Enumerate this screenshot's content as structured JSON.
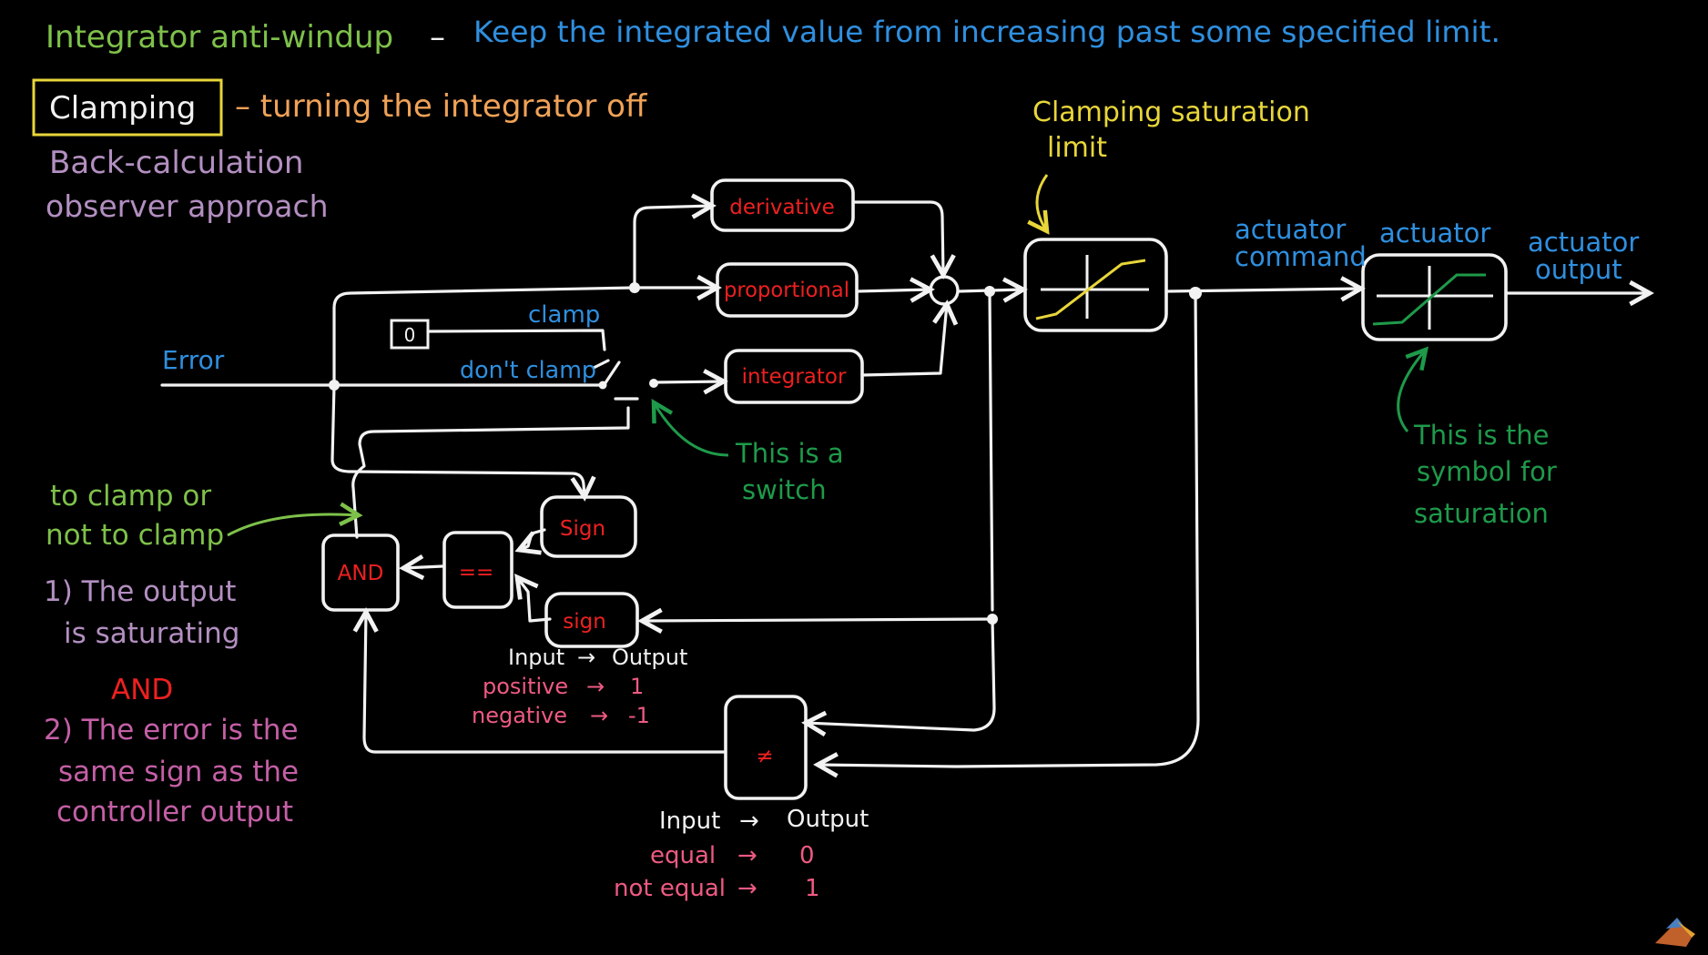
{
  "colors": {
    "background": "#000000",
    "line": "#f2f2f2",
    "green": "#7ec14a",
    "blue": "#2f8fdf",
    "orange": "#f0a257",
    "purple": "#b38fc1",
    "yellow": "#e8d63a",
    "red": "#ee2020",
    "dark_green": "#1e9a4a",
    "pink": "#ee5a82",
    "magenta": "#c55fa6"
  },
  "header": {
    "topic": "Integrator anti-windup",
    "dash": "–",
    "definition": "Keep the integrated value from increasing past some specified limit."
  },
  "methods": {
    "clamping": "Clamping",
    "clamping_desc": "– turning the integrator off",
    "back_calculation": "Back-calculation",
    "observer": "observer approach"
  },
  "diagram": {
    "error": "Error",
    "clamp": "clamp",
    "dont_clamp": "don't clamp",
    "constant": "0",
    "blocks": {
      "derivative": "derivative",
      "proportional": "proportional",
      "integrator": "integrator",
      "sign_top": "Sign",
      "sign_bottom": "sign",
      "equals": "==",
      "and": "AND",
      "not_equal": "≠"
    },
    "actuator_command": [
      "actuator",
      "command"
    ],
    "actuator": "actuator",
    "actuator_output": [
      "actuator",
      "output"
    ]
  },
  "annotations": {
    "clamping_saturation_limit": [
      "Clamping saturation",
      "limit"
    ],
    "switch_note": [
      "This is a",
      "switch"
    ],
    "saturation_note": [
      "This is the",
      "symbol for",
      "saturation"
    ],
    "to_clamp": [
      "to clamp or",
      "not to clamp"
    ],
    "condition1": [
      "1) The output",
      "is saturating"
    ],
    "and_word": "AND",
    "condition2": [
      "2) The error is the",
      "same sign as the",
      "controller output"
    ]
  },
  "sign_table": {
    "header_in": "Input",
    "header_out": "Output",
    "arrow": "→",
    "rows": [
      {
        "input": "positive",
        "output": "1"
      },
      {
        "input": "negative",
        "output": "-1"
      }
    ]
  },
  "neq_table": {
    "header_in": "Input",
    "header_out": "Output",
    "arrow": "→",
    "rows": [
      {
        "input": "equal",
        "output": "0"
      },
      {
        "input": "not equal",
        "output": "1"
      }
    ]
  }
}
